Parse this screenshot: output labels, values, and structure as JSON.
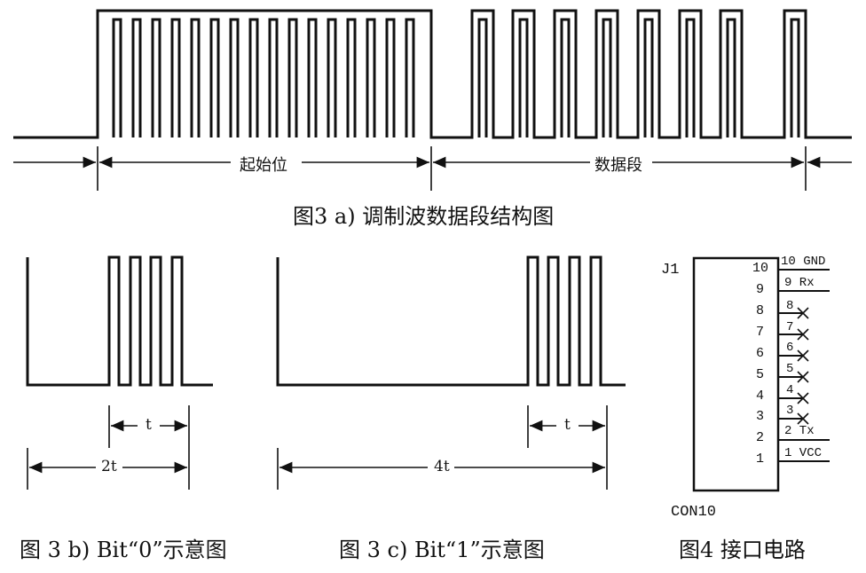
{
  "fig3a": {
    "label_start": "起始位",
    "label_data": "数据段",
    "caption": "图3  a) 调制波数据段结构图"
  },
  "fig3b": {
    "label_t": "t",
    "label_2t": "2t",
    "caption": "图 3 b) Bit“0”示意图"
  },
  "fig3c": {
    "label_t": "t",
    "label_4t": "4t",
    "caption": "图 3 c) Bit“1”示意图"
  },
  "fig4": {
    "ref": "J1",
    "part": "CON10",
    "caption": "图4 接口电路",
    "pins": [
      {
        "num": "10",
        "net": "10 GND"
      },
      {
        "num": "9",
        "net": "9  Rx"
      },
      {
        "num": "8",
        "net": "8"
      },
      {
        "num": "7",
        "net": "7"
      },
      {
        "num": "6",
        "net": "6"
      },
      {
        "num": "5",
        "net": "5"
      },
      {
        "num": "4",
        "net": "4"
      },
      {
        "num": "3",
        "net": "3"
      },
      {
        "num": "2",
        "net": "2  Tx"
      },
      {
        "num": "1",
        "net": "1  VCC"
      }
    ]
  }
}
